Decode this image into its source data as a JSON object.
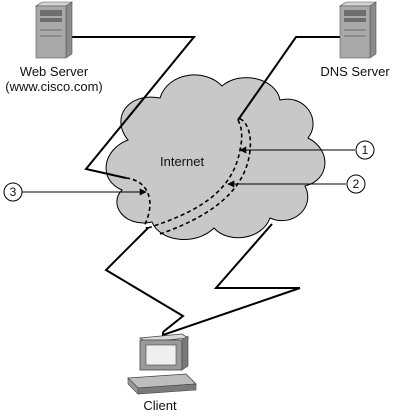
{
  "nodes": {
    "web_server": {
      "label_line1": "Web Server",
      "label_line2": "(www.cisco.com)",
      "icon": "server-tower-icon"
    },
    "dns_server": {
      "label": "DNS Server",
      "icon": "server-tower-icon"
    },
    "client": {
      "label": "Client",
      "icon": "desktop-computer-icon"
    },
    "cloud": {
      "label": "Internet",
      "icon": "cloud-icon"
    }
  },
  "callouts": [
    {
      "id": "1",
      "label": "1"
    },
    {
      "id": "2",
      "label": "2"
    },
    {
      "id": "3",
      "label": "3"
    }
  ],
  "colors": {
    "cloud_fill": "#c8c8c8",
    "server_dark": "#6e6e6e",
    "server_light": "#a9a9a9",
    "line": "#000000"
  }
}
